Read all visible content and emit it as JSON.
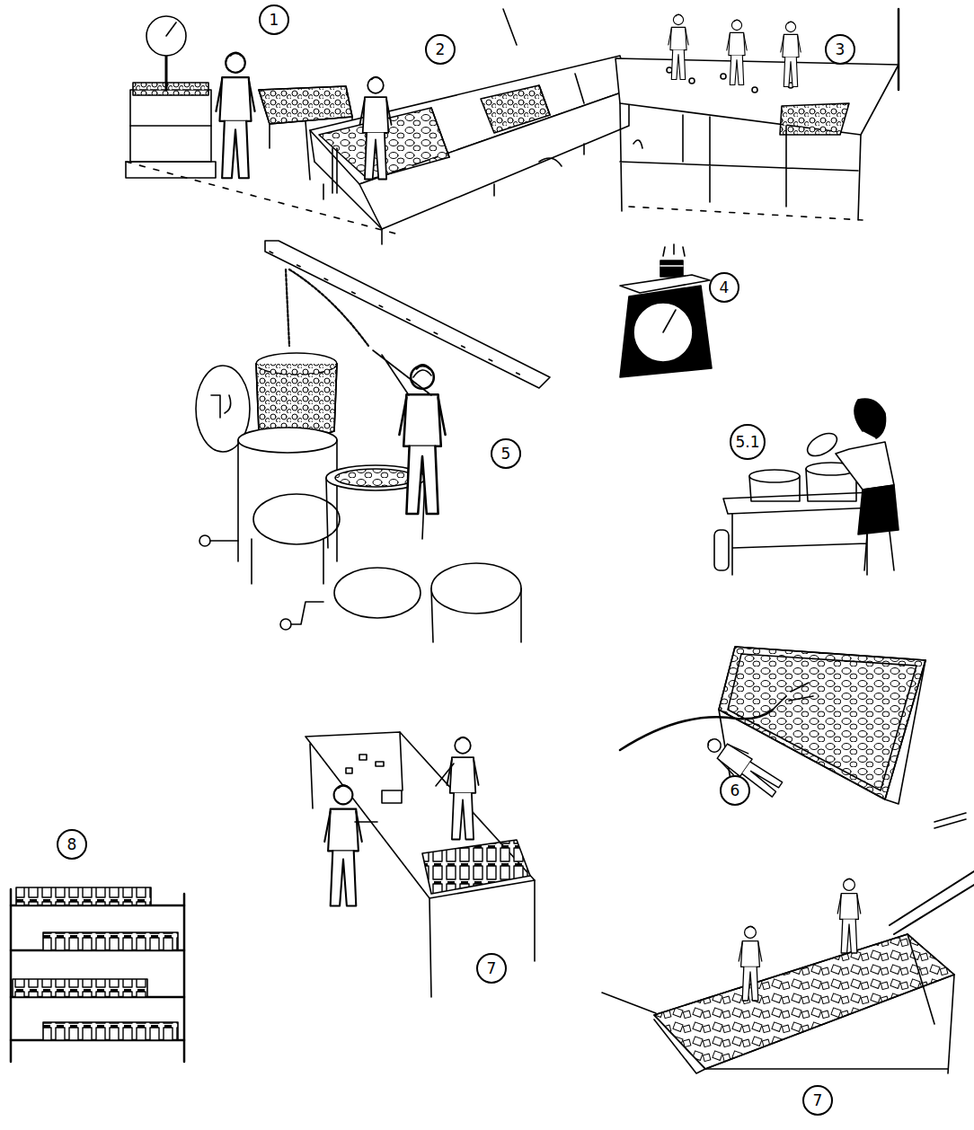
{
  "diagram": {
    "nodes": [
      {
        "text": [
          "1"
        ]
      },
      {
        "text": [
          "2"
        ]
      },
      {
        "text": [
          "3"
        ]
      },
      {
        "text": [
          "4"
        ]
      },
      {
        "text": [
          "5.1"
        ]
      },
      {
        "text": [
          "5"
        ]
      },
      {
        "text": [
          "6"
        ]
      },
      {
        "text": [
          "8"
        ]
      },
      {
        "text": [
          "7"
        ]
      },
      {
        "text": [
          "7"
        ]
      }
    ]
  }
}
